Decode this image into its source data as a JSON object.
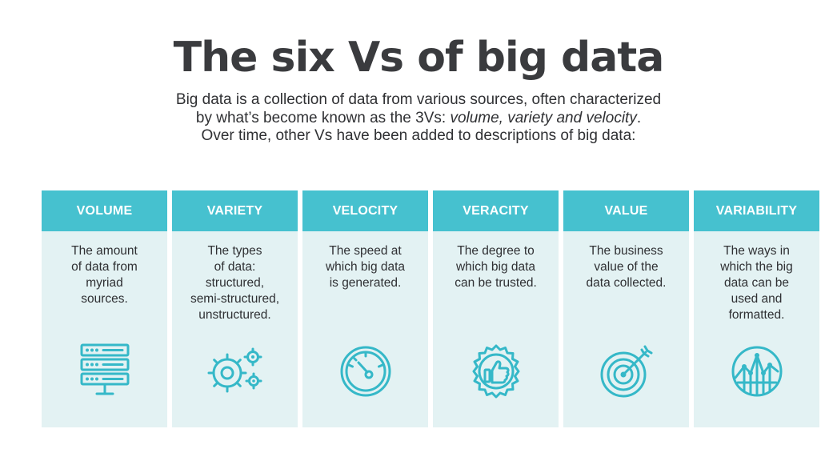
{
  "title": "The six Vs of big data",
  "intro": {
    "line1": "Big data is a collection of data from various sources, often characterized",
    "line2_prefix": "by what’s become known as the 3Vs: ",
    "line2_italic": "volume, variety and velocity",
    "line2_suffix": ".",
    "line3": "Over time, other Vs have been added to descriptions of big data:"
  },
  "colors": {
    "header": "#46c1cf",
    "card_bg": "#e3f2f3",
    "icon": "#35b8c8",
    "text": "#2f3033"
  },
  "cards": [
    {
      "name": "VOLUME",
      "desc": [
        "The amount",
        "of data from",
        "myriad",
        "sources."
      ],
      "icon": "server-stack-icon"
    },
    {
      "name": "VARIETY",
      "desc": [
        "The types",
        "of data:",
        "structured,",
        "semi-structured,",
        "unstructured."
      ],
      "icon": "gears-icon"
    },
    {
      "name": "VELOCITY",
      "desc": [
        "The speed at",
        "which big data",
        "is generated."
      ],
      "icon": "speedometer-icon"
    },
    {
      "name": "VERACITY",
      "desc": [
        "The degree to",
        "which big data",
        "can be trusted."
      ],
      "icon": "thumbs-up-badge-icon"
    },
    {
      "name": "VALUE",
      "desc": [
        "The business",
        "value of the",
        "data collected."
      ],
      "icon": "target-icon"
    },
    {
      "name": "VARIABILITY",
      "desc": [
        "The ways in",
        "which the big",
        "data can be",
        "used and",
        "formatted."
      ],
      "icon": "line-graph-circle-icon"
    }
  ]
}
